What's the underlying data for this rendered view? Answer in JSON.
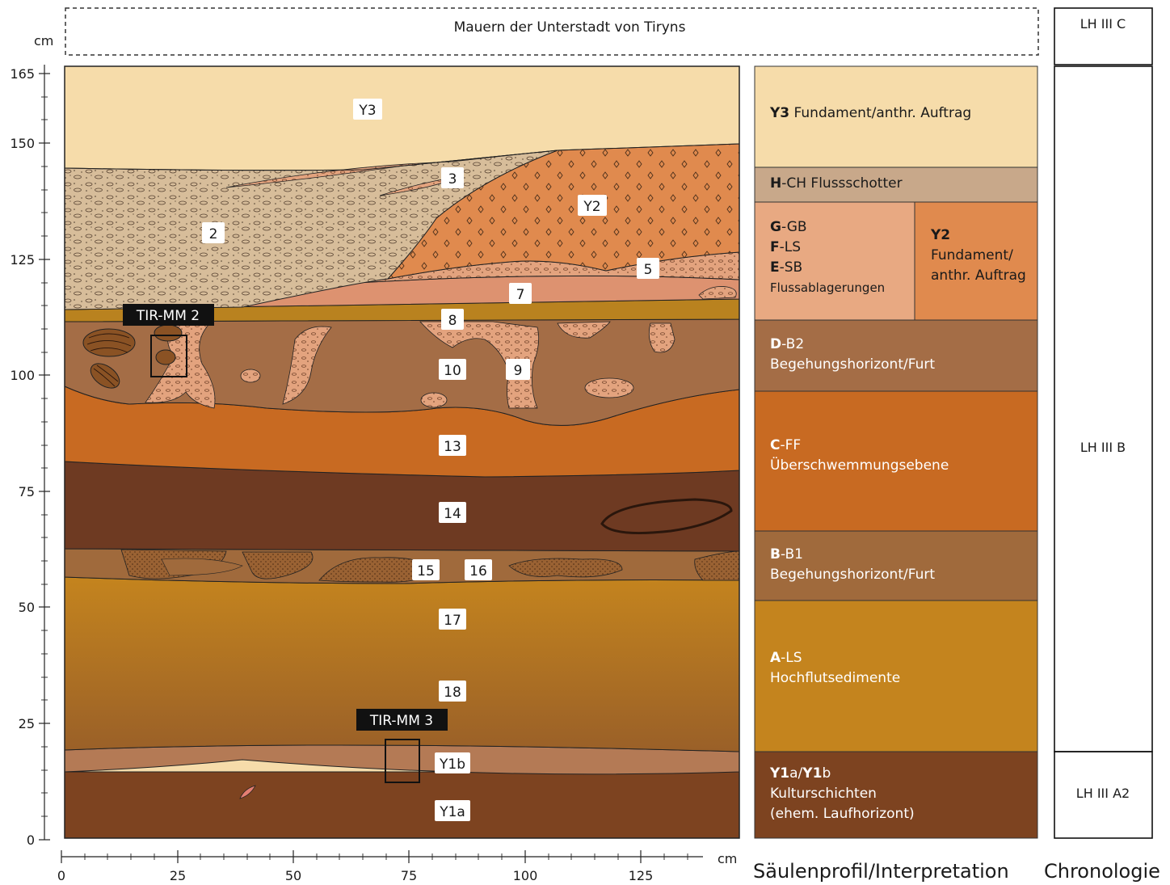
{
  "header": {
    "walls": "Mauern der Unterstadt von Tiryns"
  },
  "axis": {
    "y_unit": "cm",
    "x_unit": "cm",
    "y_ticks": [
      "165",
      "150",
      "125",
      "100",
      "75",
      "50",
      "25",
      "0"
    ],
    "x_ticks": [
      "0",
      "25",
      "50",
      "75",
      "100",
      "125"
    ]
  },
  "layer_labels": {
    "y3": "Y3",
    "l3": "3",
    "y2": "Y2",
    "l2": "2",
    "l5": "5",
    "l7": "7",
    "l8": "8",
    "l10": "10",
    "l9": "9",
    "l13": "13",
    "l14": "14",
    "l15": "15",
    "l16": "16",
    "l17": "17",
    "l18": "18",
    "y1b": "Y1b",
    "y1a": "Y1a"
  },
  "samples": {
    "mm2": "TIR-MM 2",
    "mm3": "TIR-MM 3"
  },
  "column": [
    {
      "code": "Y3",
      "rest": " Fundament/anthr. Auftrag",
      "line2": ""
    },
    {
      "code": "H",
      "rest": "-CH Flussschotter",
      "line2": ""
    },
    {
      "gb": "G",
      "gb_rest": "-GB",
      "ls": "F",
      "ls_rest": "-LS",
      "sb": "E",
      "sb_rest": "-SB",
      "line2": "Flussablagerungen"
    },
    {
      "code": "D",
      "rest": "-B2",
      "line2": "Begehungshorizont/Furt"
    },
    {
      "code": "C",
      "rest": "-FF",
      "line2": "Überschwemmungsebene"
    },
    {
      "code": "B",
      "rest": "-B1",
      "line2": "Begehungshorizont/Furt"
    },
    {
      "code": "A",
      "rest": "-LS",
      "line2": "Hochflutsedimente"
    },
    {
      "code1": "Y1",
      "a": "a/",
      "code2": "Y1",
      "b": "b",
      "line2": "Kulturschichten",
      "line3": "(ehem. Laufhorizont)"
    }
  ],
  "y2_box": {
    "code": "Y2",
    "line1": "Fundament/",
    "line2": "anthr. Auftrag"
  },
  "chronology": {
    "top": "LH III C",
    "mid": "LH III B",
    "bottom": "LH III A2"
  },
  "footer": {
    "column_title": "Säulenprofil/Interpretation",
    "chron_title": "Chronologie"
  },
  "colors": {
    "y3": "#f6dcaa",
    "gravel": "#d7bd9a",
    "sand": "#e3a37e",
    "orange": "#e08a4e",
    "l7": "#dd9270",
    "l8": "#b9821f",
    "brown10": "#a46d46",
    "l13": "#c86a22",
    "l14": "#6e3a22",
    "l15": "#a06a3c",
    "l17": "#c4841e",
    "y1b": "#b47a55",
    "y1a": "#7d4320"
  }
}
